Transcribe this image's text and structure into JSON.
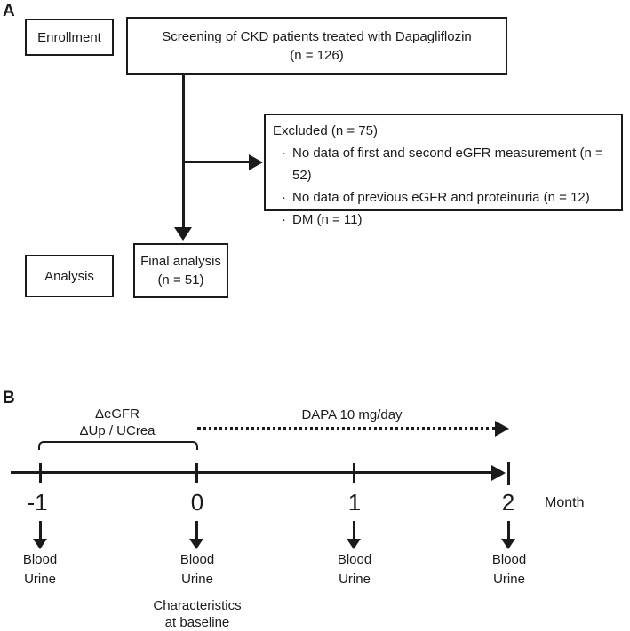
{
  "colors": {
    "ink": "#1a1a1a",
    "background": "#ffffff"
  },
  "panel_a": {
    "label": "A",
    "bullet": "·",
    "enrollment_label": "Enrollment",
    "screening_line1": "Screening of CKD patients treated with Dapagliflozin",
    "screening_line2": "(n = 126)",
    "excluded_title": "Excluded (n = 75)",
    "excluded_items": [
      "No data of first and second eGFR measurement (n = 52)",
      "No data of previous eGFR and proteinuria (n = 12)",
      "DM (n = 11)"
    ],
    "analysis_label": "Analysis",
    "final_line1": "Final analysis",
    "final_line2": "(n = 51)"
  },
  "panel_b": {
    "label": "B",
    "measurement_line1": "ΔeGFR",
    "measurement_line2": "ΔUp / UCrea",
    "treatment_label": "DAPA 10 mg/day",
    "axis_label": "Month",
    "timepoints": [
      {
        "value": "-1",
        "samples": [
          "Blood",
          "Urine"
        ]
      },
      {
        "value": "0",
        "samples": [
          "Blood",
          "Urine"
        ],
        "note_line1": "Characteristics",
        "note_line2": "at baseline"
      },
      {
        "value": "1",
        "samples": [
          "Blood",
          "Urine"
        ]
      },
      {
        "value": "2",
        "samples": [
          "Blood",
          "Urine"
        ]
      }
    ]
  }
}
